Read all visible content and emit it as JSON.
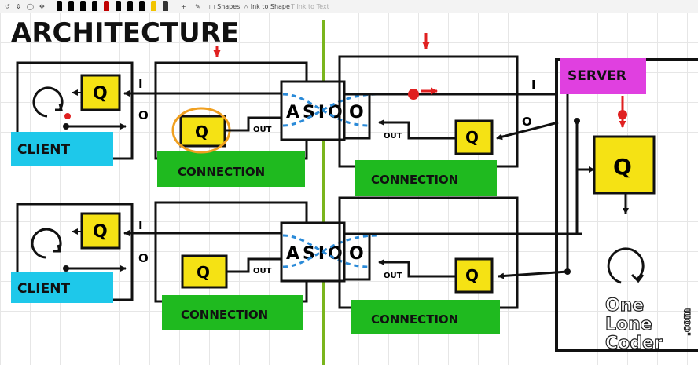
{
  "toolbar": {
    "shapes_label": "Shapes",
    "ink_to_shape_label": "Ink to Shape",
    "ink_to_text_label": "Ink to Text",
    "pen_colors": [
      "#000000",
      "#000000",
      "#000000",
      "#000000",
      "#c00000",
      "#000000",
      "#000000",
      "#000000",
      "#f2c400",
      "#333333"
    ]
  },
  "diagram": {
    "title": "ARCHITECTURE",
    "client_label": "CLIENT",
    "server_label": "SERVER",
    "connection_label": "CONNECTION",
    "queue_label": "Q",
    "asio_label": "ASIO",
    "in_label": "I",
    "out_label": "O",
    "out_word": "OUT",
    "watermark": [
      "One",
      "Lone",
      "Coder",
      ".com"
    ],
    "colors": {
      "client_tag": "#1ec8ea",
      "connection_tag": "#1fba1f",
      "server_tag": "#e040e0",
      "queue_fill": "#f5e214",
      "divider": "#7ab51d",
      "asio_dash": "#2a8ad8",
      "highlight_ring": "#f0a020",
      "red_arrow": "#e02020"
    }
  }
}
